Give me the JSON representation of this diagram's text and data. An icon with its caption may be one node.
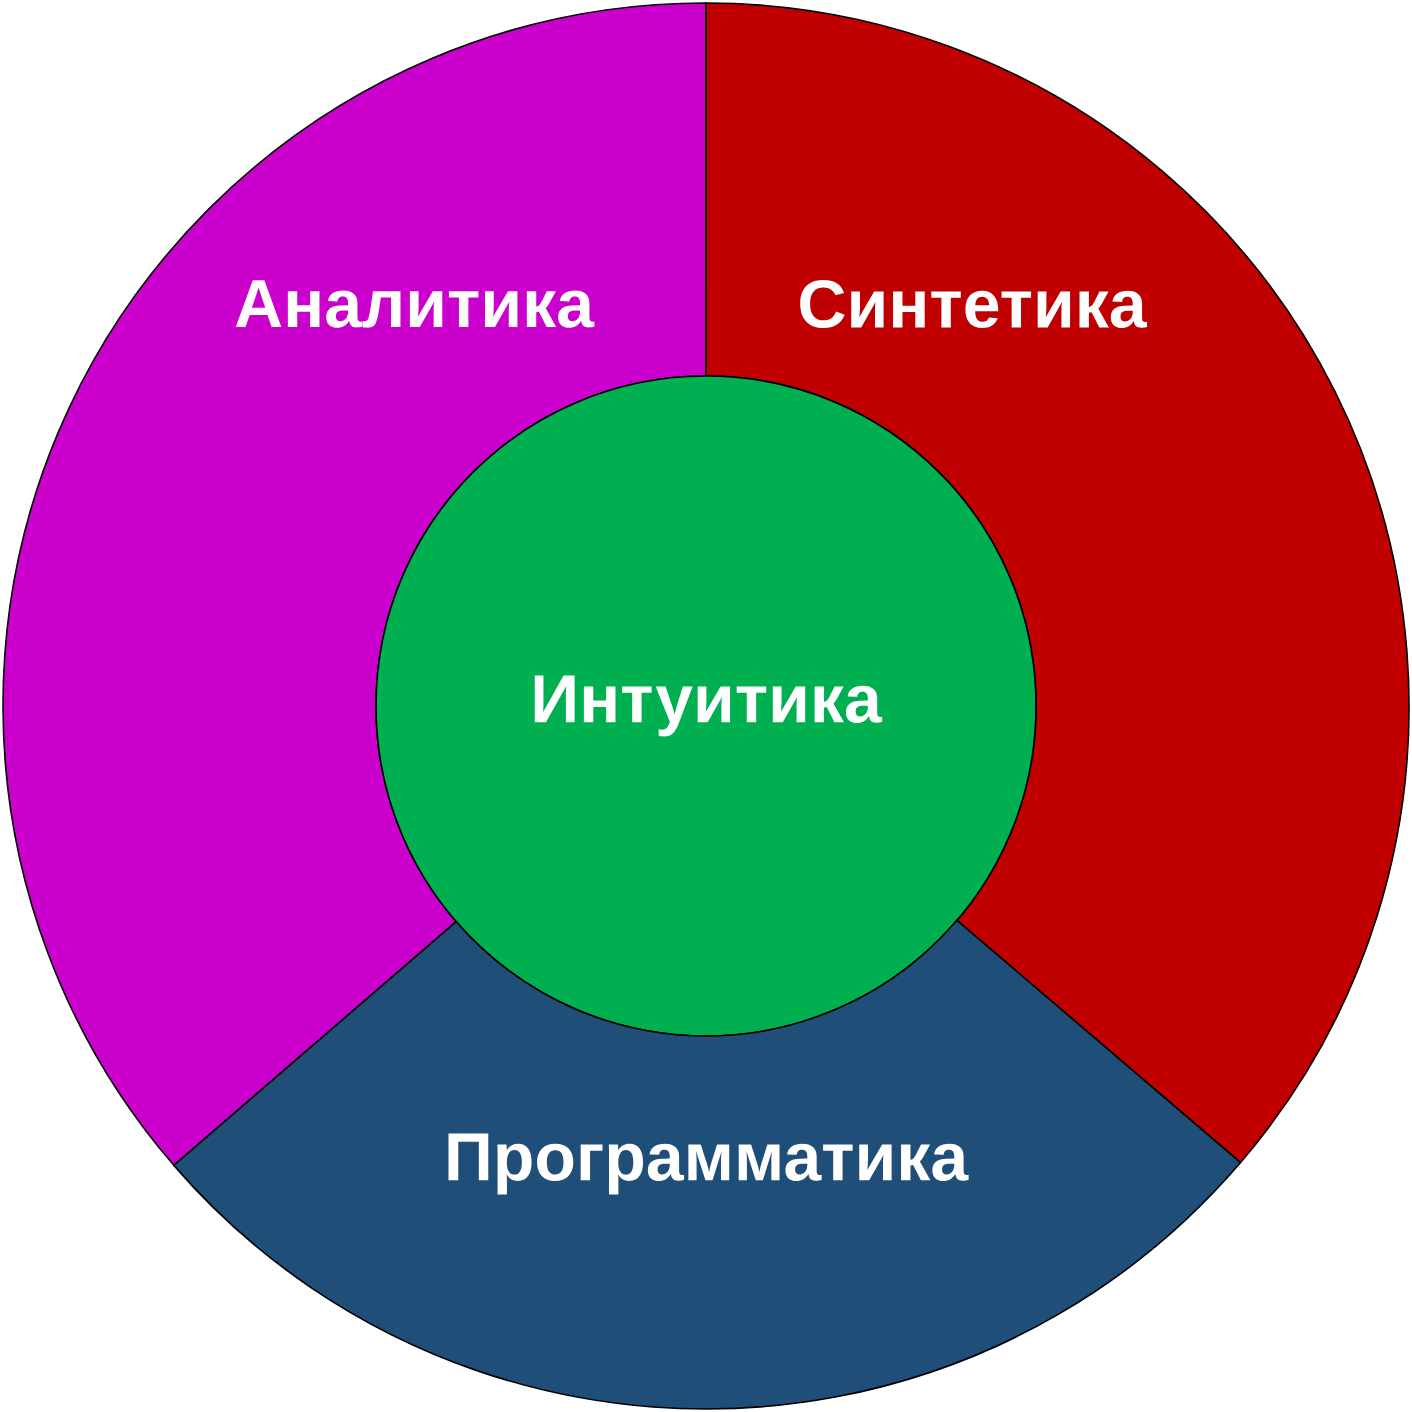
{
  "diagram": {
    "nodes": [
      {
        "text": [
          "Аналитика"
        ]
      },
      {
        "text": [
          "Синтетика"
        ]
      },
      {
        "text": [
          "Интуитика"
        ]
      },
      {
        "text": [
          "Программатика"
        ]
      }
    ]
  }
}
